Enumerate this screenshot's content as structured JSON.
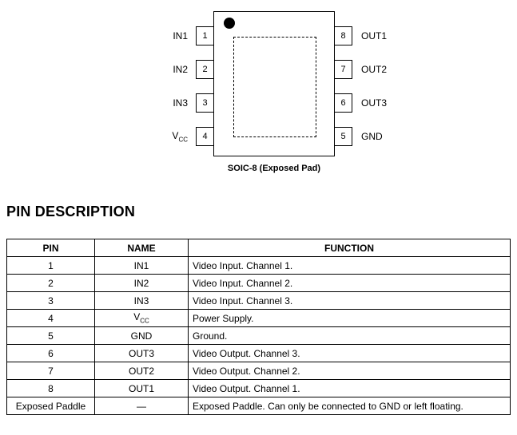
{
  "diagram": {
    "caption": "SOIC-8 (Exposed Pad)",
    "left_pins": [
      {
        "label": "IN1",
        "number": "1"
      },
      {
        "label": "IN2",
        "number": "2"
      },
      {
        "label": "IN3",
        "number": "3"
      },
      {
        "label": "V",
        "label_sub": "CC",
        "number": "4"
      }
    ],
    "right_pins": [
      {
        "label": "OUT1",
        "number": "8"
      },
      {
        "label": "OUT2",
        "number": "7"
      },
      {
        "label": "OUT3",
        "number": "6"
      },
      {
        "label": "GND",
        "number": "5"
      }
    ]
  },
  "section": {
    "title": "PIN DESCRIPTION"
  },
  "table": {
    "headers": {
      "pin": "PIN",
      "name": "NAME",
      "function": "FUNCTION"
    },
    "rows": [
      {
        "pin": "1",
        "name": "IN1",
        "function": "Video Input. Channel 1."
      },
      {
        "pin": "2",
        "name": "IN2",
        "function": "Video Input. Channel 2."
      },
      {
        "pin": "3",
        "name": "IN3",
        "function": "Video Input. Channel 3."
      },
      {
        "pin": "4",
        "name": "V",
        "name_sub": "CC",
        "function": "Power Supply."
      },
      {
        "pin": "5",
        "name": "GND",
        "function": "Ground."
      },
      {
        "pin": "6",
        "name": "OUT3",
        "function": "Video Output. Channel 3."
      },
      {
        "pin": "7",
        "name": "OUT2",
        "function": "Video Output. Channel 2."
      },
      {
        "pin": "8",
        "name": "OUT1",
        "function": "Video Output. Channel 1."
      },
      {
        "pin": "Exposed Paddle",
        "name": "—",
        "function": "Exposed Paddle. Can only be connected to GND or left floating."
      }
    ]
  }
}
